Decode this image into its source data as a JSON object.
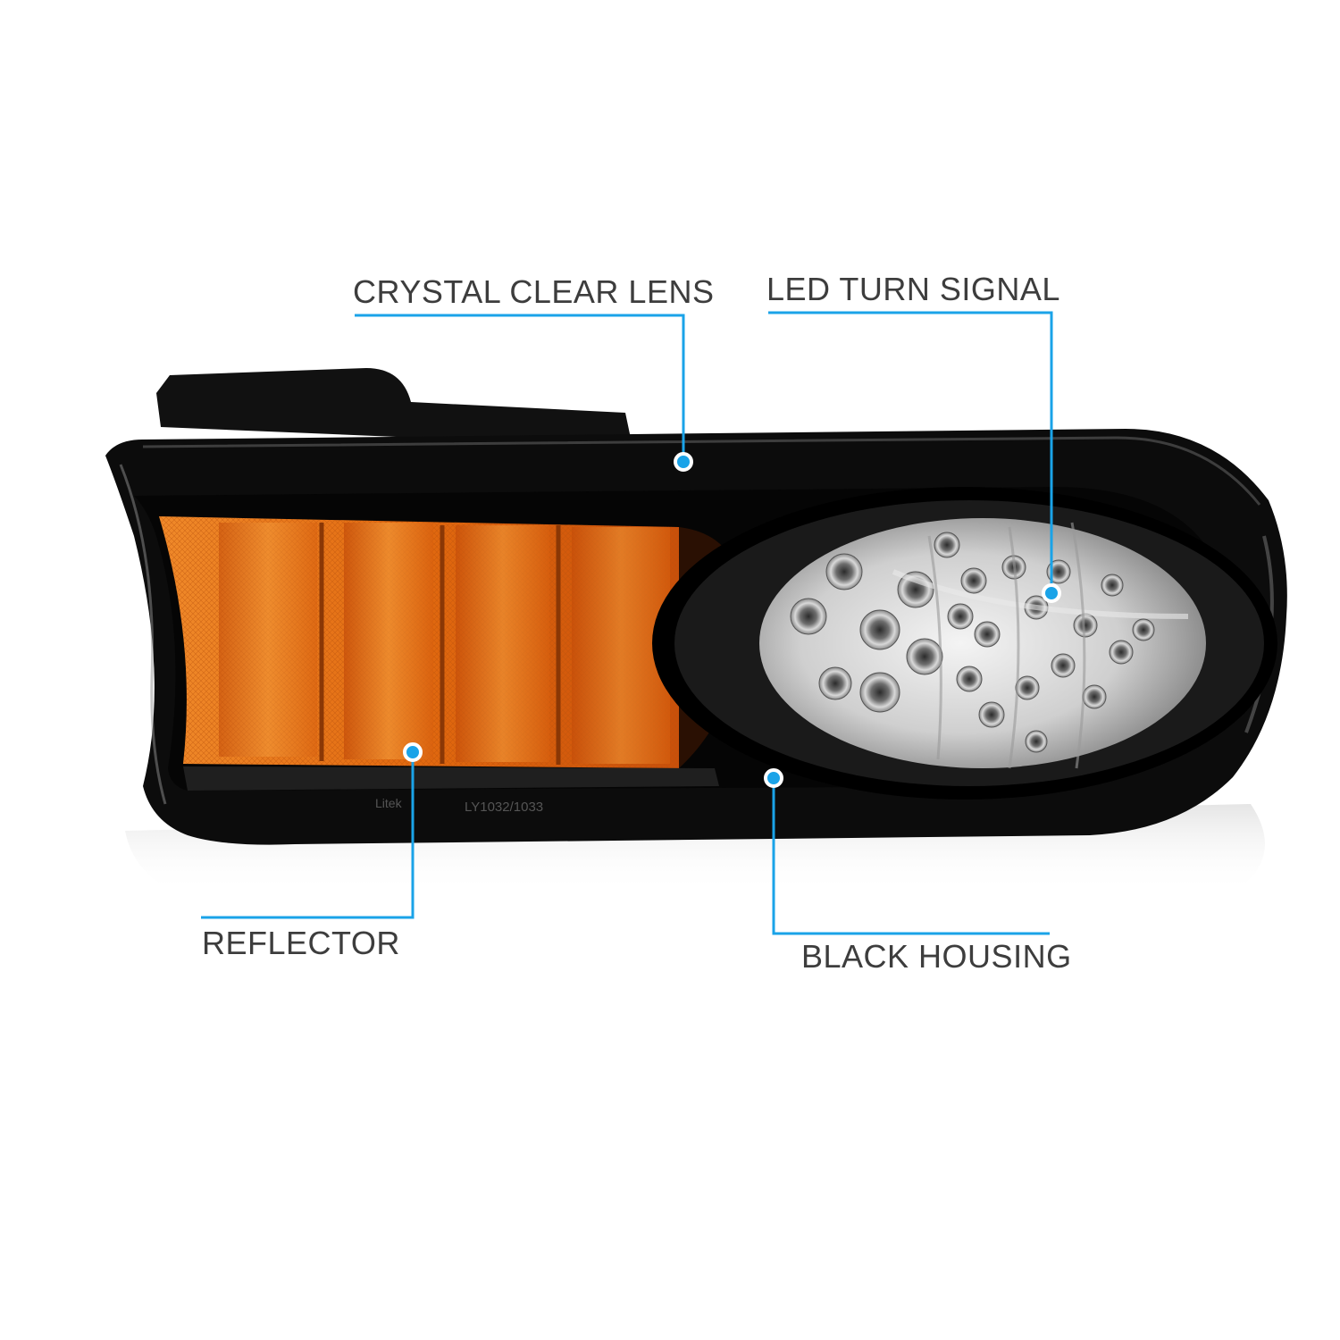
{
  "image": {
    "subject": "amber-lens-turn-signal-lamp",
    "colors": {
      "background": "#ffffff",
      "housing": "#0d0d0d",
      "amber": "#e06a10",
      "callout_line": "#1aa3e8",
      "label_text": "#3d3d3d"
    }
  },
  "callouts": {
    "lens": {
      "label": "CRYSTAL CLEAR LENS"
    },
    "led": {
      "label": "LED TURN SIGNAL"
    },
    "reflector": {
      "label": "REFLECTOR"
    },
    "housing": {
      "label": "BLACK HOUSING"
    }
  },
  "lamp_markings": {
    "brand": "Litek",
    "part_number": "LY1032/1033"
  }
}
